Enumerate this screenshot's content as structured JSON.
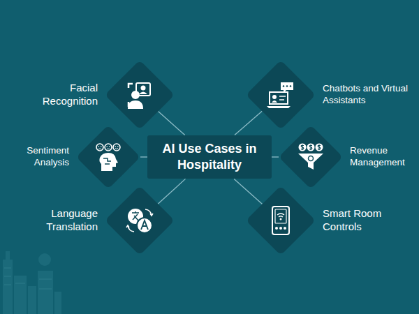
{
  "diagram": {
    "title": "AI Use Cases in Hospitality",
    "nodes": [
      {
        "text": [
          "Facial Recognition"
        ]
      },
      {
        "text": [
          "Chatbots and Virtual Assistants"
        ]
      },
      {
        "text": [
          "Sentiment Analysis"
        ]
      },
      {
        "text": [
          "AI Use Cases in Hospitality"
        ]
      },
      {
        "text": [
          "Revenue Management"
        ]
      },
      {
        "text": [
          "Language Translation"
        ]
      },
      {
        "text": [
          "Smart Room Controls"
        ]
      }
    ],
    "edges": [
      {
        "from": 3,
        "to": 0,
        "arrow": "none"
      },
      {
        "from": 3,
        "to": 1,
        "arrow": "none"
      },
      {
        "from": 3,
        "to": 2,
        "arrow": "none"
      },
      {
        "from": 3,
        "to": 4,
        "arrow": "none"
      },
      {
        "from": 3,
        "to": 5,
        "arrow": "none"
      },
      {
        "from": 3,
        "to": 6,
        "arrow": "none"
      }
    ]
  }
}
